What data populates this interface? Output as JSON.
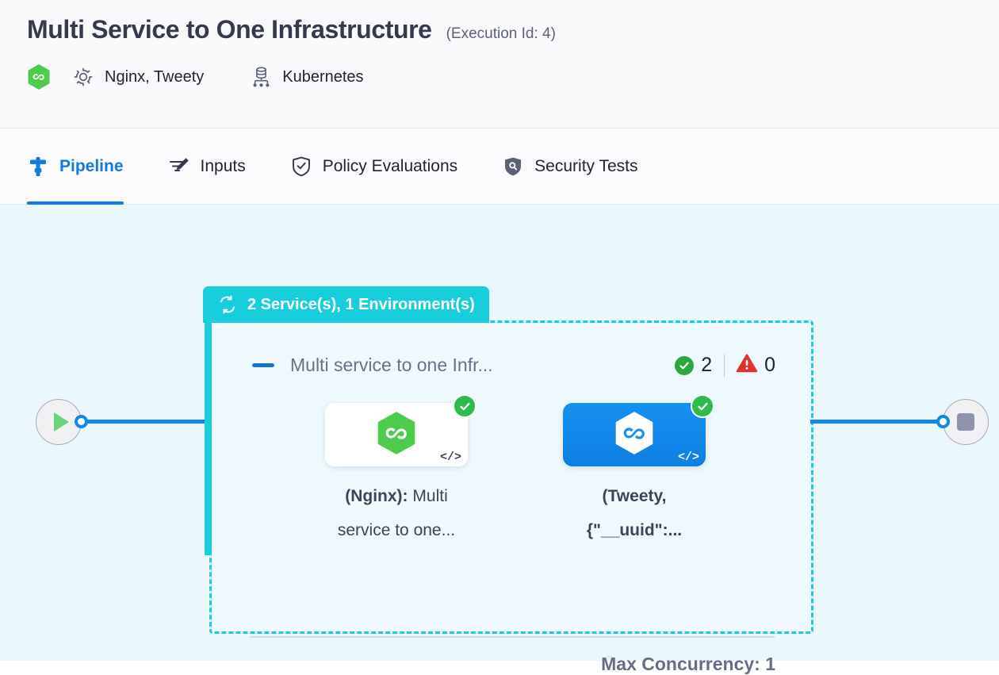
{
  "header": {
    "title": "Multi Service to One Infrastructure",
    "execution_id_label": "(Execution Id: 4)",
    "brand_icon": "hexagon-infinity-logo",
    "services_icon": "gear-icon",
    "services_text": "Nginx, Tweety",
    "infra_icon": "kubernetes-cluster-icon",
    "infra_text": "Kubernetes"
  },
  "tabs": [
    {
      "label": "Pipeline",
      "icon": "pipeline-icon",
      "active": true
    },
    {
      "label": "Inputs",
      "icon": "inputs-wand-icon",
      "active": false
    },
    {
      "label": "Policy Evaluations",
      "icon": "policy-shield-check-icon",
      "active": false
    },
    {
      "label": "Security Tests",
      "icon": "security-shield-icon",
      "active": false
    }
  ],
  "canvas": {
    "start_node": {
      "icon": "play-icon"
    },
    "end_node": {
      "icon": "stop-icon"
    },
    "group": {
      "tab_label": "2 Service(s), 1 Environment(s)",
      "tab_icon": "loop-repeat-icon",
      "collapse_icon": "minus-collapse-icon",
      "title": "Multi service to one Infr...",
      "success_icon": "check-circle-icon",
      "success_count": "2",
      "warning_icon": "warning-triangle-icon",
      "warning_count": "0",
      "max_concurrency_label": "Max Concurrency: 1",
      "services": [
        {
          "name_bold": "(Nginx):",
          "name_rest": " Multi service to one...",
          "status_icon": "check-circle-icon",
          "code_icon": "code-brackets-icon",
          "selected": false
        },
        {
          "name_bold": "(Tweety, {\"__uuid\":...",
          "name_rest": "",
          "status_icon": "check-circle-icon",
          "code_icon": "code-brackets-icon",
          "selected": true
        }
      ]
    }
  },
  "colors": {
    "accent_blue": "#1579E0",
    "group_teal": "#18CEDC",
    "canvas_bg": "#EAF8FD",
    "success_green": "#2DBB4B",
    "warning_red": "#E03131",
    "brand_green": "#4CCB4C"
  }
}
